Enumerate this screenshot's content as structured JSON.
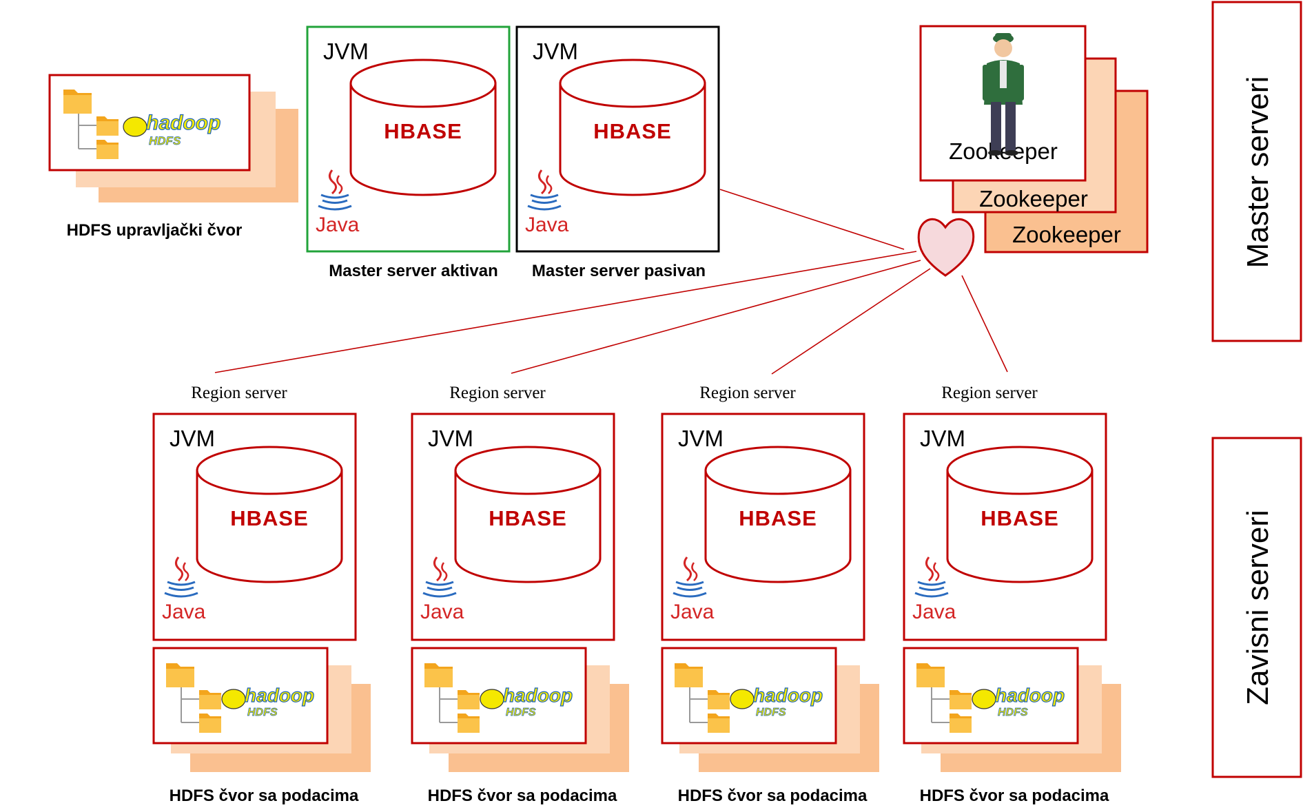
{
  "colors": {
    "accent": "#c00000",
    "active_border": "#21a33a",
    "passive_border": "#000000",
    "shadow_light": "#fcd5b5",
    "shadow_dark": "#fac090",
    "heart_fill": "#f6d9dc",
    "hadoop_yellow": "#f4e800",
    "hadoop_blue": "#1a62b8",
    "java_red": "#d42525",
    "java_blue": "#2a6bbf",
    "folder_orange": "#f3a51d"
  },
  "master": {
    "hdfs_label": "HDFS upravljački čvor",
    "hdfs_logo_text": "hadoop",
    "hdfs_logo_sub": "HDFS",
    "servers": [
      {
        "jvm": "JVM",
        "db": "HBASE",
        "java": "Java",
        "caption": "Master server  aktivan"
      },
      {
        "jvm": "JVM",
        "db": "HBASE",
        "java": "Java",
        "caption": "Master server  pasivan"
      }
    ],
    "zookeepers": [
      "Zookeeper",
      "Zookeeper",
      "Zookeeper"
    ],
    "heart_icon": "heart-icon",
    "zookeeper_icon": "person-icon"
  },
  "sections": {
    "master_title": "Master serveri",
    "slave_title": "Zavisni serveri"
  },
  "region_servers": [
    {
      "title": "Region server",
      "jvm": "JVM",
      "db": "HBASE",
      "java": "Java",
      "hdfs_caption": "HDFS čvor sa podacima",
      "logo": "hadoop",
      "logo_sub": "HDFS"
    },
    {
      "title": "Region server",
      "jvm": "JVM",
      "db": "HBASE",
      "java": "Java",
      "hdfs_caption": "HDFS čvor sa podacima",
      "logo": "hadoop",
      "logo_sub": "HDFS"
    },
    {
      "title": "Region server",
      "jvm": "JVM",
      "db": "HBASE",
      "java": "Java",
      "hdfs_caption": "HDFS čvor sa podacima",
      "logo": "hadoop",
      "logo_sub": "HDFS"
    },
    {
      "title": "Region server",
      "jvm": "JVM",
      "db": "HBASE",
      "java": "Java",
      "hdfs_caption": "HDFS čvor sa podacima",
      "logo": "hadoop",
      "logo_sub": "HDFS"
    }
  ]
}
